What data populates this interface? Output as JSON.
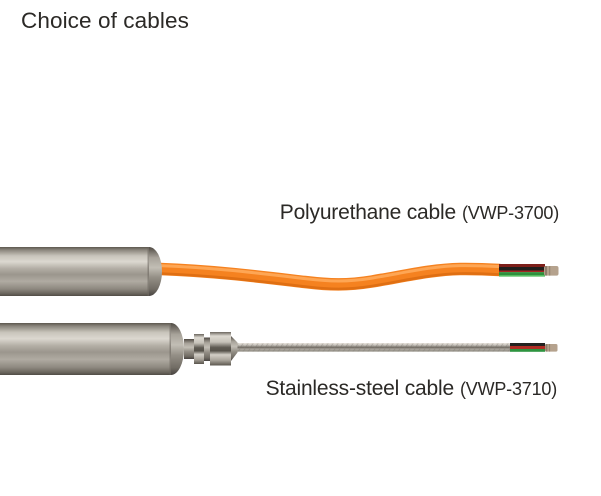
{
  "page": {
    "title": "Choice of cables",
    "background": "#ffffff",
    "text_color": "#2b2926"
  },
  "products": [
    {
      "name": "Polyurethane cable",
      "code": "(VWP-3700)",
      "cable_type": "polyurethane",
      "cable_color": "#f58220",
      "cable_highlight": "#ffad5e",
      "cable_shadow": "#d96a10",
      "wire_colors": [
        "#7d1f1a",
        "#211f1d",
        "#2e8f3c"
      ],
      "wire_accent": "#a32622",
      "tip_color": "#b5a28d"
    },
    {
      "name": "Stainless-steel cable",
      "code": "(VWP-3710)",
      "cable_type": "stainless-steel braided",
      "cable_color": "#b2aea7",
      "wire_colors": [
        "#23211f",
        "#b02c24",
        "#2e9440"
      ],
      "tip_color": "#b5a28d"
    }
  ],
  "illustration": {
    "body_metal_color": "#b3aea5"
  }
}
